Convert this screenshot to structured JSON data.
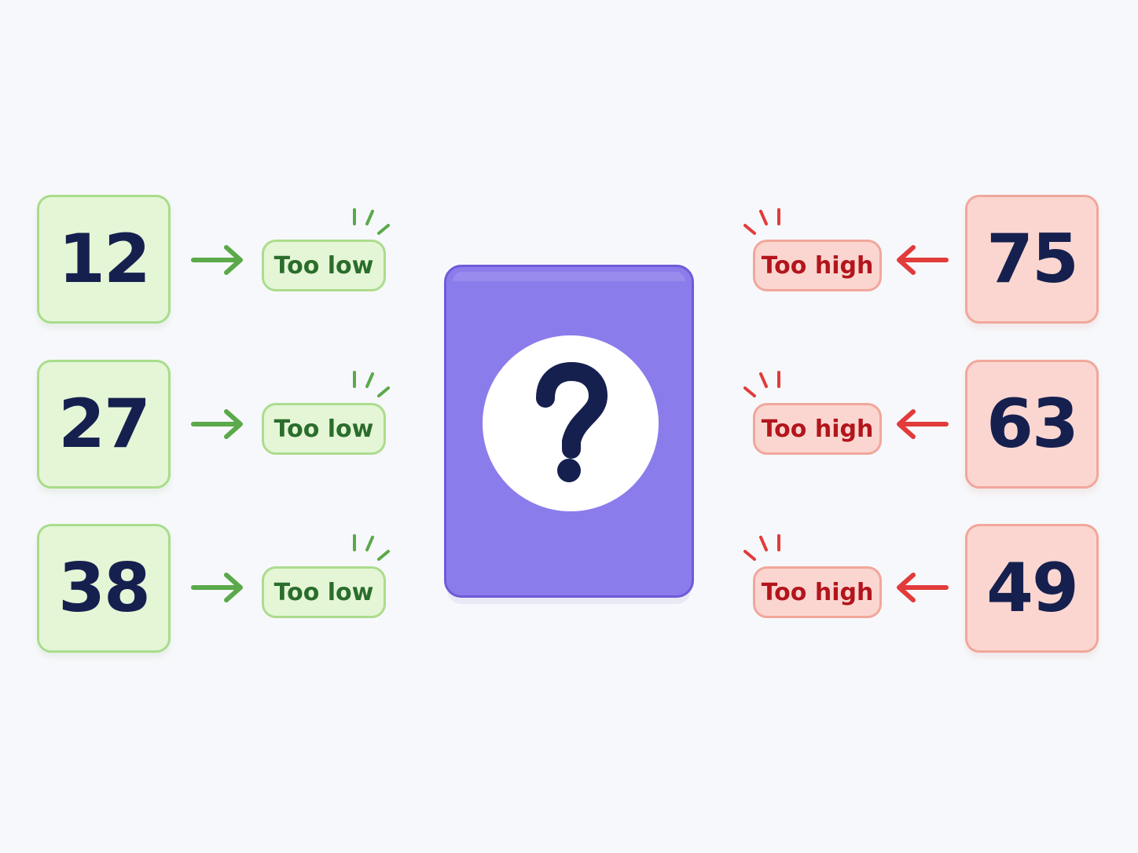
{
  "colors": {
    "background": "#f7f8fb",
    "low_fill": "#e4f6d6",
    "low_border": "#a9dc8c",
    "low_text": "#2a6d2c",
    "low_accent": "#5aa94a",
    "high_fill": "#fbd6d0",
    "high_border": "#f1a79b",
    "high_text": "#b3151c",
    "high_accent": "#e23b3b",
    "mystery_card": "#8b7cec",
    "number_text": "#16204f"
  },
  "low_guesses": [
    {
      "value": "12",
      "feedback": "Too low"
    },
    {
      "value": "27",
      "feedback": "Too low"
    },
    {
      "value": "38",
      "feedback": "Too low"
    }
  ],
  "high_guesses": [
    {
      "value": "75",
      "feedback": "Too high"
    },
    {
      "value": "63",
      "feedback": "Too high"
    },
    {
      "value": "49",
      "feedback": "Too high"
    }
  ],
  "mystery": {
    "icon": "question-mark-icon"
  }
}
